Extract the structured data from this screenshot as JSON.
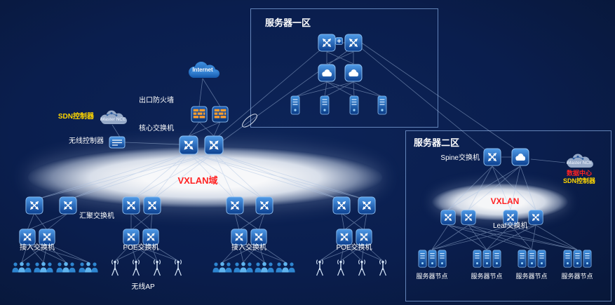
{
  "colors": {
    "background": "#0a1e4e",
    "accent_red": "#ff2222",
    "accent_yellow": "#ffd700",
    "node_blue": "#1266c0",
    "firewall_orange": "#ff9e2c",
    "line": "#aac2e4"
  },
  "campus": {
    "internet": "Internet",
    "egress_firewall": "出口防火墙",
    "core_switch": "核心交换机",
    "sdn_controller": "SDN控制器",
    "imaster_nce": "iMaster NCE",
    "wireless_controller": "无线控制器",
    "vxlan_domain": "VXLAN域",
    "aggregation_switch": "汇聚交换机",
    "access_switch": "接入交换机",
    "poe_switch": "POE交换机",
    "wireless_ap": "无线AP"
  },
  "zone1": {
    "title": "服务器一区"
  },
  "zone2": {
    "title": "服务器二区",
    "spine_switch": "Spine交换机",
    "imaster_nce": "iMaster NCE",
    "dc_line1": "数据中心",
    "dc_line2": "SDN控制器",
    "vxlan": "VXLAN",
    "leaf_switch": "Leaf交换机",
    "server_node": "服务器节点"
  }
}
